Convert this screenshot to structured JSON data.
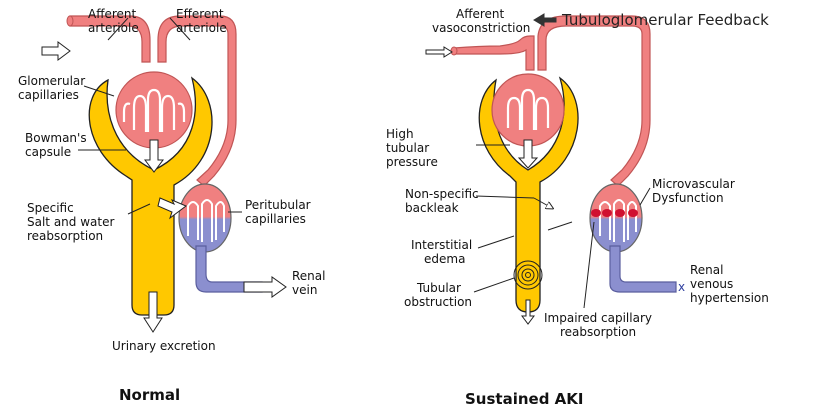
{
  "colors": {
    "arterial": "#f08080",
    "arterial_stroke": "#c05555",
    "venous": "#8b8fcf",
    "venous_stroke": "#5a5e9e",
    "tubule": "#ffc800",
    "tubule_stroke": "#222222",
    "damage": "#d01030"
  },
  "normal": {
    "title": "Normal",
    "labels": {
      "afferent_1": "Afferent",
      "afferent_2": "arteriole",
      "efferent_1": "Efferent",
      "efferent_2": "arteriole",
      "glom_1": "Glomerular",
      "glom_2": "capillaries",
      "bowman_1": "Bowman's",
      "bowman_2": "capsule",
      "salt_1": "Specific",
      "salt_2": "Salt and water",
      "salt_3": "reabsorption",
      "peri_1": "Peritubular",
      "peri_2": "capillaries",
      "renal_1": "Renal",
      "renal_2": "vein",
      "urinary": "Urinary excretion"
    }
  },
  "aki": {
    "title": "Sustained AKI",
    "feedback": "Tubuloglomerular Feedback",
    "labels": {
      "afferent_1": "Afferent",
      "afferent_2": "vasoconstriction",
      "high_1": "High",
      "high_2": "tubular",
      "high_3": "pressure",
      "backleak_1": "Non-specific",
      "backleak_2": "backleak",
      "edema_1": "Interstitial",
      "edema_2": "edema",
      "obstruction_1": "Tubular",
      "obstruction_2": "obstruction",
      "impaired_1": "Impaired capillary",
      "impaired_2": "reabsorption",
      "micro_1": "Microvascular",
      "micro_2": "Dysfunction",
      "venous_1": "Renal",
      "venous_2": "venous",
      "venous_3": "hypertension",
      "x_mark": "x"
    }
  }
}
